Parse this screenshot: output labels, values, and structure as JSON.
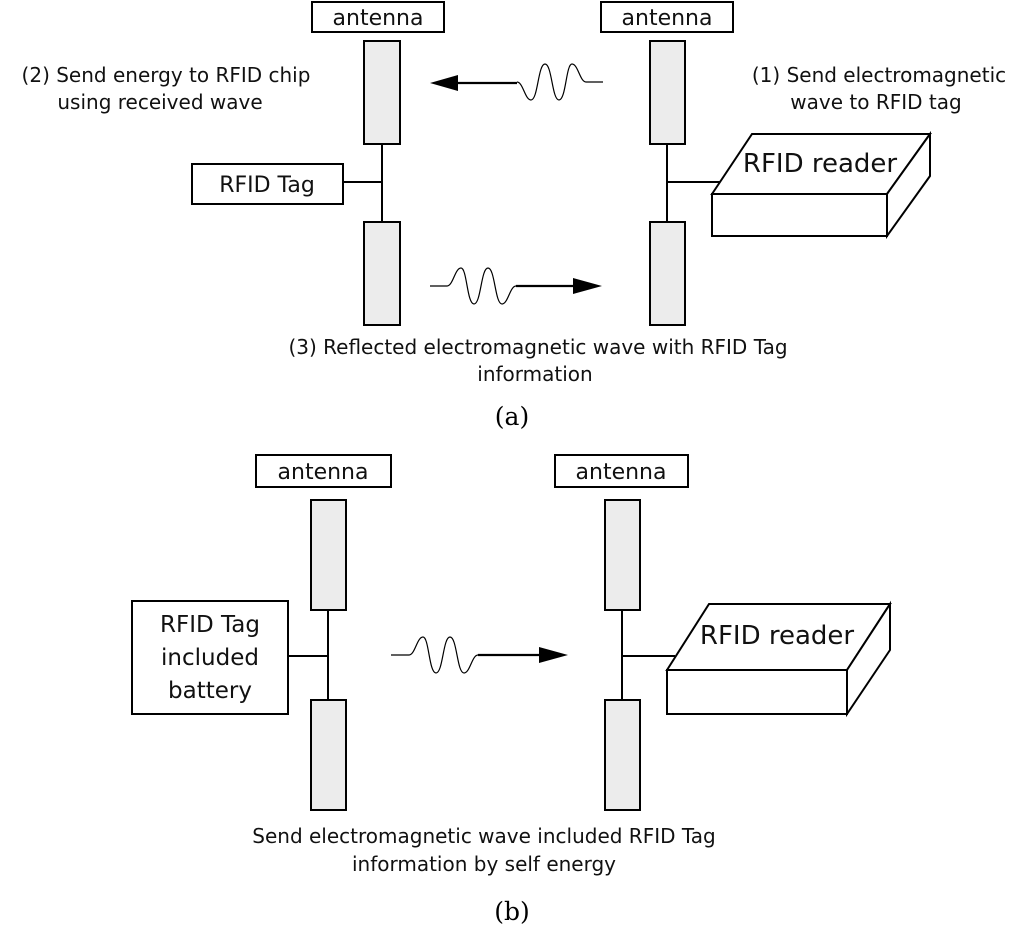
{
  "panel_a": {
    "tag_antenna_label": "antenna",
    "reader_antenna_label": "antenna",
    "step2_line1": "(2) Send energy to RFID chip",
    "step2_line2": "using received wave",
    "step1_line1": "(1) Send electromagnetic",
    "step1_line2": "wave to RFID tag",
    "tag_label": "RFID Tag",
    "reader_label": "RFID reader",
    "step3_line1": "(3) Reflected electromagnetic wave with RFID Tag",
    "step3_line2": "information",
    "caption": "(a)"
  },
  "panel_b": {
    "tag_antenna_label": "antenna",
    "reader_antenna_label": "antenna",
    "tag_line1": "RFID Tag",
    "tag_line2": "included",
    "tag_line3": "battery",
    "reader_label": "RFID reader",
    "desc_line1": "Send electromagnetic wave included RFID Tag",
    "desc_line2": "information by self energy",
    "caption": "(b)"
  }
}
